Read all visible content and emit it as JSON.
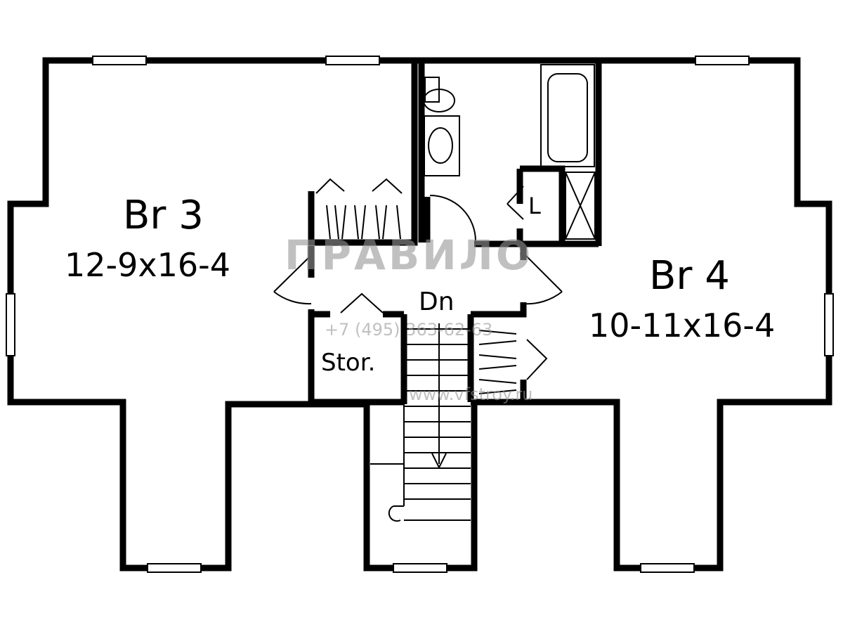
{
  "rooms": {
    "br3": {
      "name": "Br 3",
      "size": "12-9x16-4"
    },
    "br4": {
      "name": "Br 4",
      "size": "10-11x16-4"
    },
    "linen": {
      "name": "L"
    },
    "storage": {
      "name": "Stor."
    },
    "stairs": {
      "name": "Dn"
    }
  },
  "watermark": {
    "logo": "ПРАВИЛО",
    "phone": "+7 (495) 363-62-63",
    "url": "www.vfstroy.ru"
  }
}
